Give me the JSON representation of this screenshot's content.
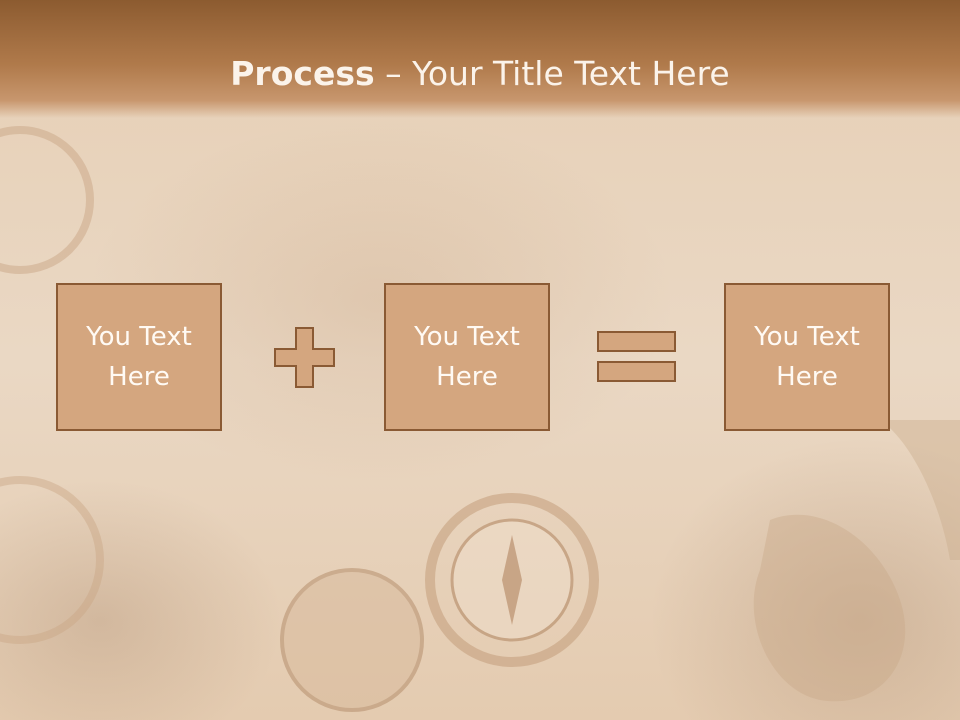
{
  "slide": {
    "title_bold": "Process",
    "title_rest": " – Your Title Text Here"
  },
  "process": {
    "box1": "You Text\nHere",
    "box2": "You Text\nHere",
    "box3": "You Text\nHere",
    "operator1": "plus-icon",
    "operator2": "equals-icon"
  },
  "colors": {
    "header": "#a06d41",
    "box_fill": "#d4a67f",
    "box_border": "#8a5a34",
    "text": "#fffaf4"
  }
}
